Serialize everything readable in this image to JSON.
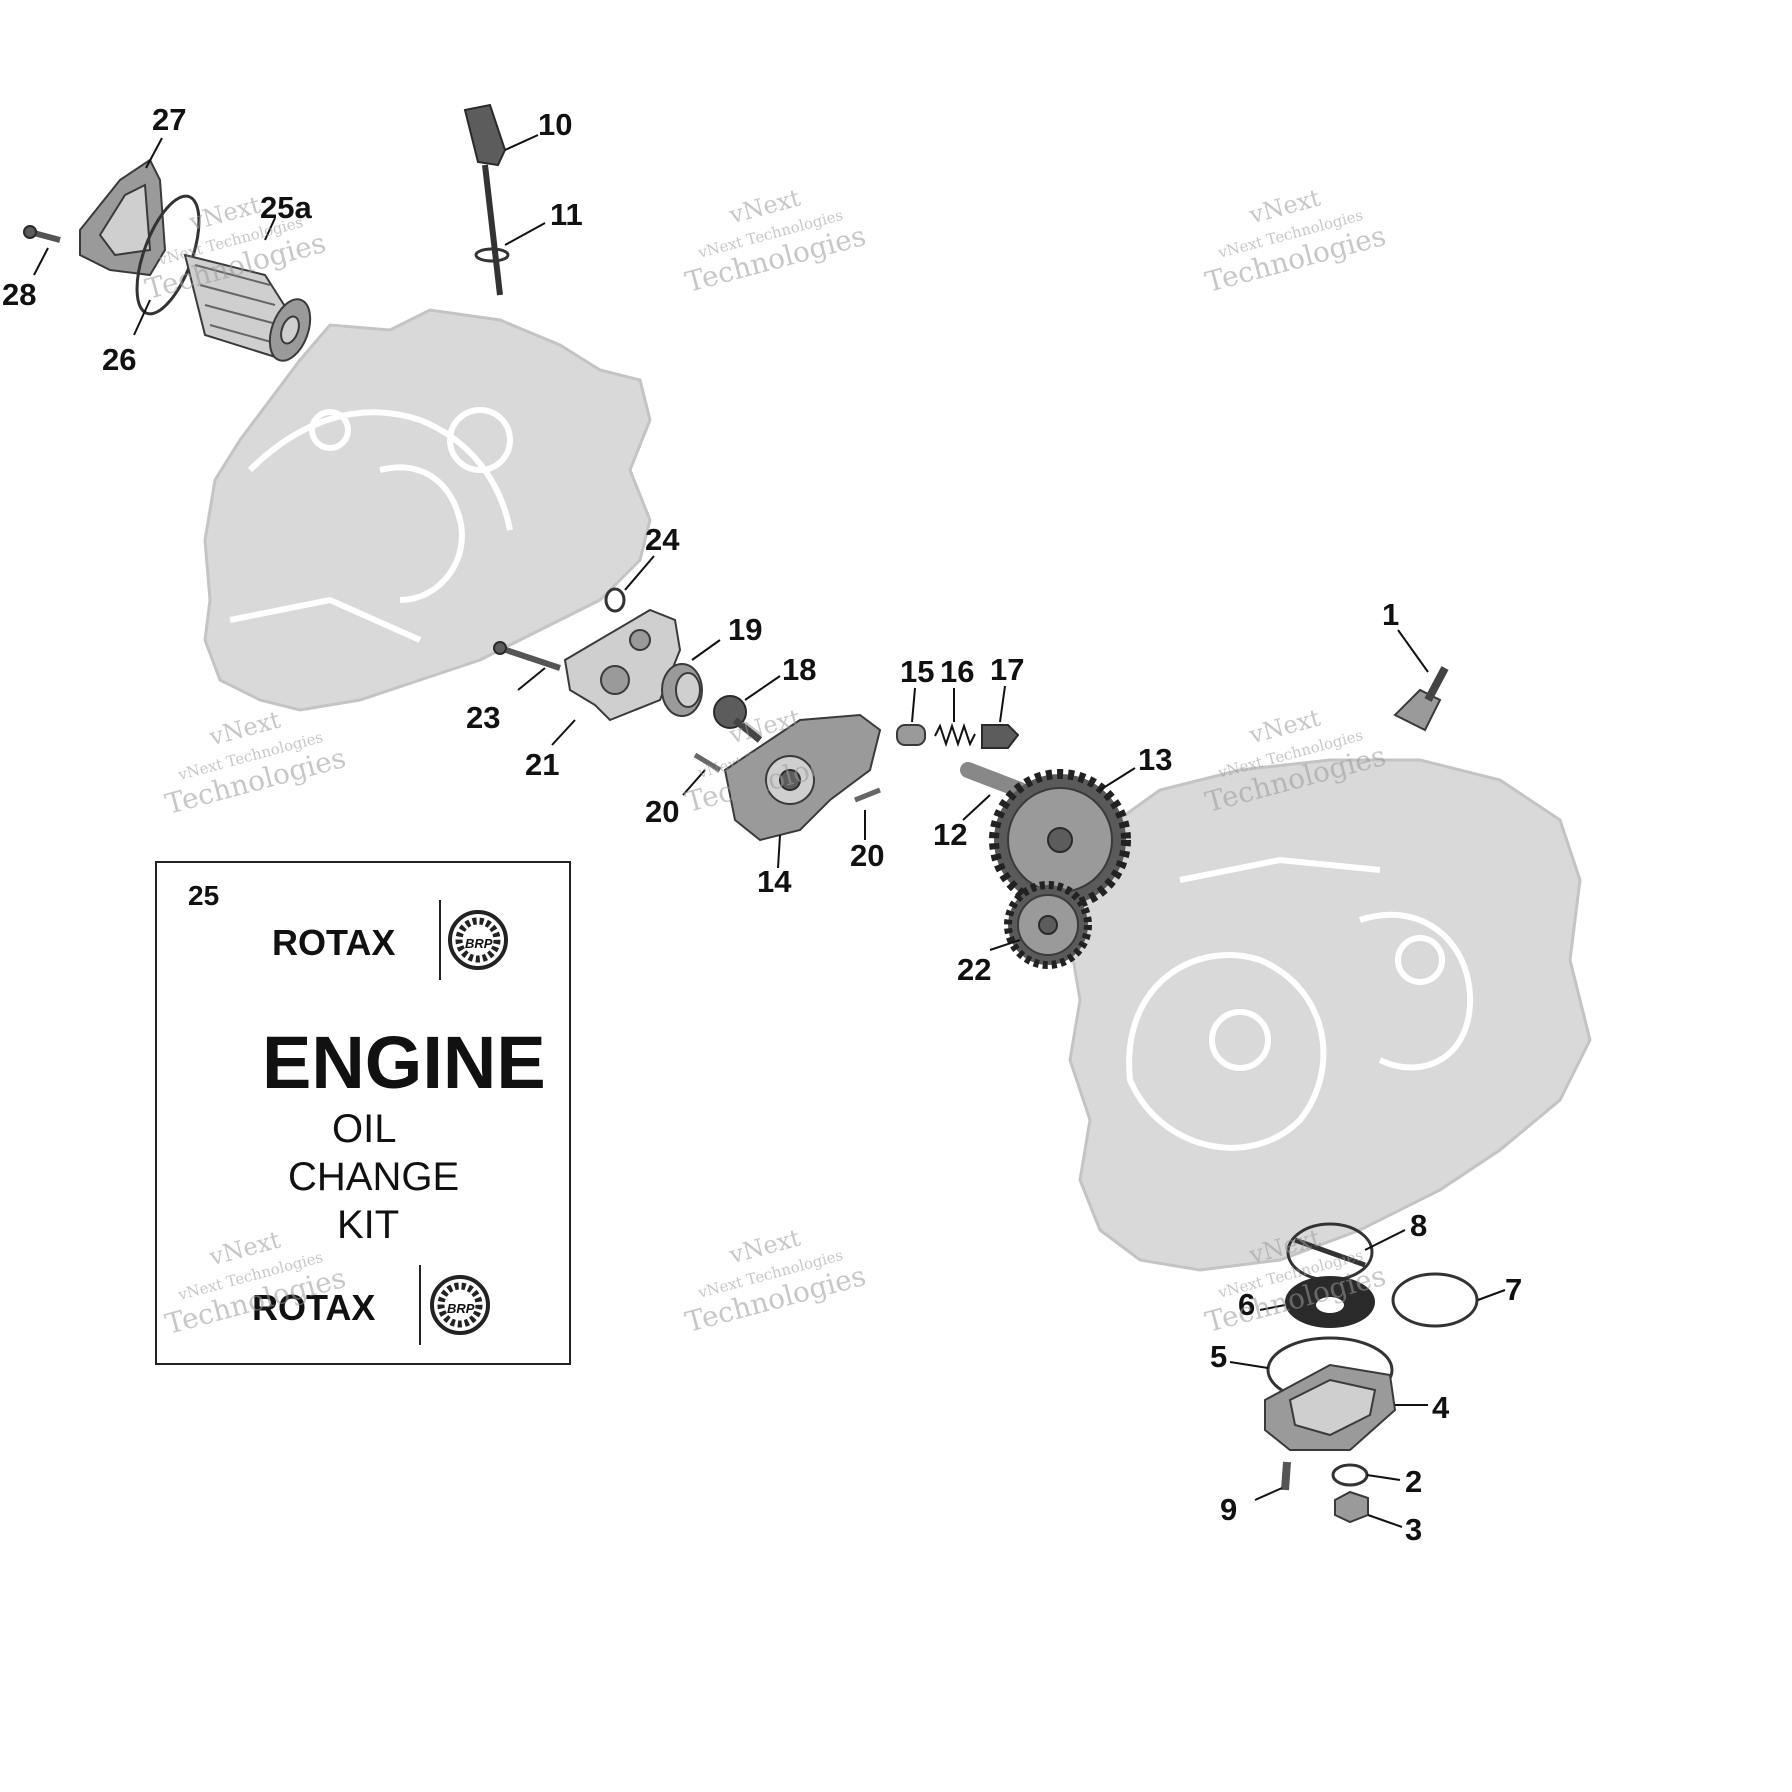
{
  "diagram": {
    "callouts": [
      "27",
      "25a",
      "10",
      "11",
      "28",
      "26",
      "24",
      "19",
      "18",
      "15",
      "16",
      "17",
      "1",
      "23",
      "21",
      "13",
      "20",
      "12",
      "20",
      "14",
      "22",
      "8",
      "7",
      "6",
      "5",
      "4",
      "2",
      "9",
      "3"
    ]
  },
  "kit": {
    "number": "25",
    "brand": "ROTAX",
    "badge": "BRP",
    "line1": "ENGINE",
    "line2": "OIL",
    "line3": "CHANGE",
    "line4": "KIT"
  },
  "watermark": {
    "top_line": "vNext",
    "mid_line": "vNext Technologies",
    "bottom_line": "Technologies"
  }
}
